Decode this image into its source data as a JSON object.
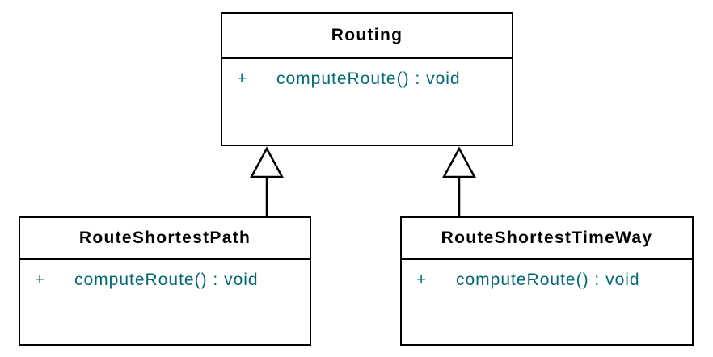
{
  "diagram": {
    "type": "uml-class-diagram",
    "colors": {
      "background": "#ffffff",
      "box_fill": "#ffffff",
      "box_border": "#000000",
      "title_text": "#000000",
      "member_text": "#006973"
    },
    "classes": [
      {
        "name": "Routing",
        "methods": [
          {
            "visibility": "+",
            "signature": "computeRoute() : void"
          }
        ]
      },
      {
        "name": "RouteShortestPath",
        "methods": [
          {
            "visibility": "+",
            "signature": "computeRoute() : void"
          }
        ]
      },
      {
        "name": "RouteShortestTimeWay",
        "methods": [
          {
            "visibility": "+",
            "signature": "computeRoute() : void"
          }
        ]
      }
    ],
    "relationships": [
      {
        "type": "generalization",
        "from": "RouteShortestPath",
        "to": "Routing"
      },
      {
        "type": "generalization",
        "from": "RouteShortestTimeWay",
        "to": "Routing"
      }
    ]
  }
}
